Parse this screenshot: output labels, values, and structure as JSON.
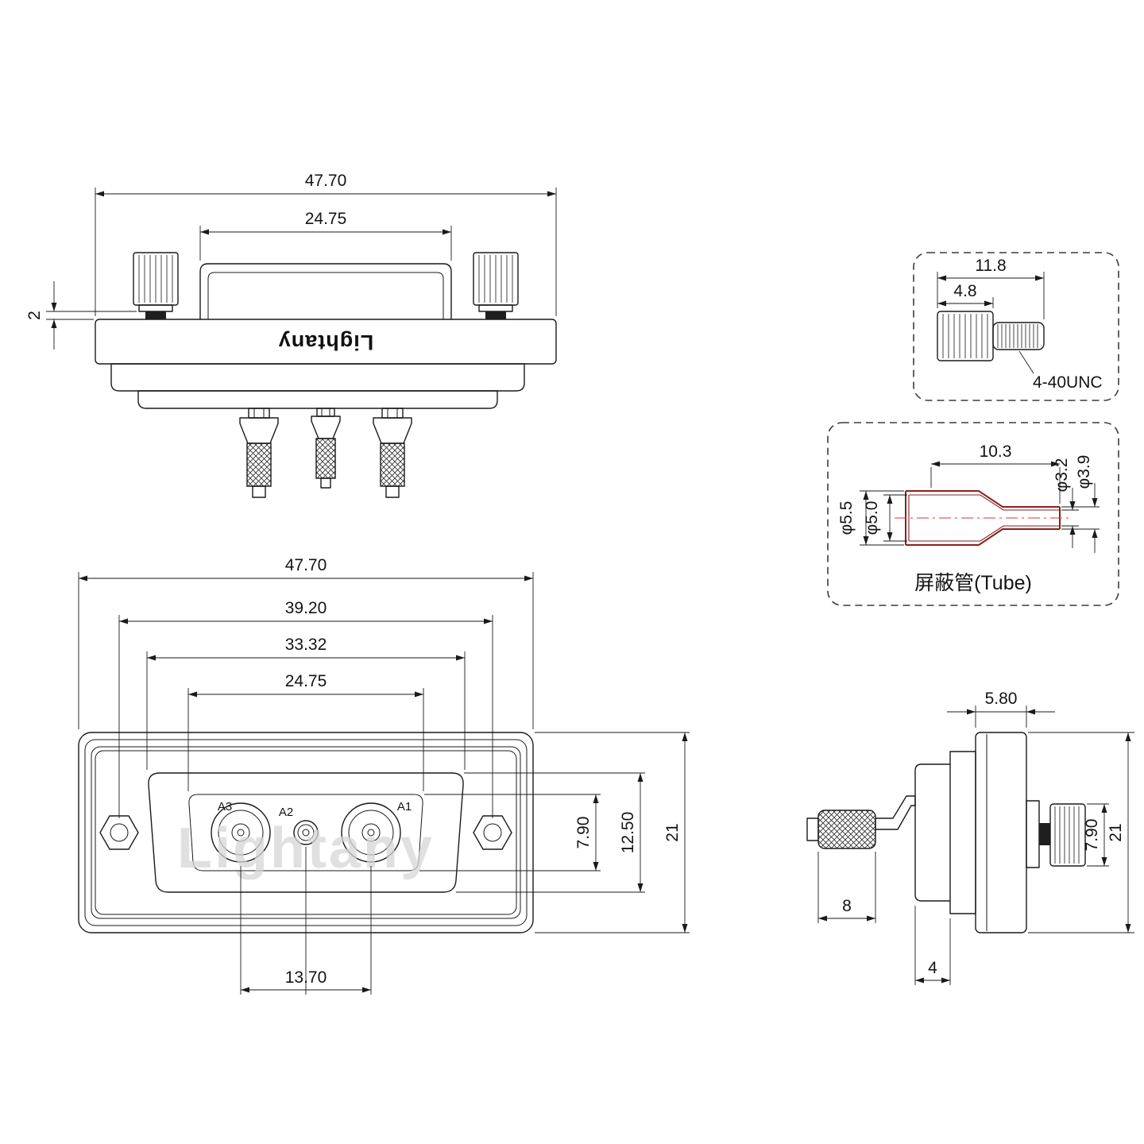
{
  "colors": {
    "line": "#1a1a1a",
    "tube_outline": "#8b1f1f",
    "centerline_red": "#e03131",
    "watermark": "#d6d6d6"
  },
  "brand": {
    "logo_text": "Lightany",
    "watermark_text": "Lightany"
  },
  "top_view": {
    "dim_overall_width": "47.70",
    "dim_shell_width": "24.75",
    "dim_flange_thickness": "2"
  },
  "screw_detail": {
    "dim_total_length": "11.8",
    "dim_head_length": "4.8",
    "thread_spec": "4-40UNC"
  },
  "tube_detail": {
    "dim_length": "10.3",
    "dim_small_inner": "φ3.2",
    "dim_small_outer": "φ3.9",
    "dim_large_outer": "φ5.5",
    "dim_large_inner": "φ5.0",
    "caption": "屏蔽管(Tube)"
  },
  "front_view": {
    "dim_overall_width": "47.70",
    "dim_mount_spacing": "39.20",
    "dim_shell_width": "33.32",
    "dim_insert_width": "24.75",
    "dim_contact_spacing": "13.70",
    "dim_insert_height": "7.90",
    "dim_shell_height": "12.50",
    "dim_overall_height": "21",
    "label_a3": "A3",
    "label_a2": "A2",
    "label_a1": "A1"
  },
  "side_view": {
    "dim_flange_depth": "5.80",
    "dim_screw_dia": "7.90",
    "dim_overall_height": "21",
    "dim_barrel_length": "8",
    "dim_body_depth": "4"
  }
}
